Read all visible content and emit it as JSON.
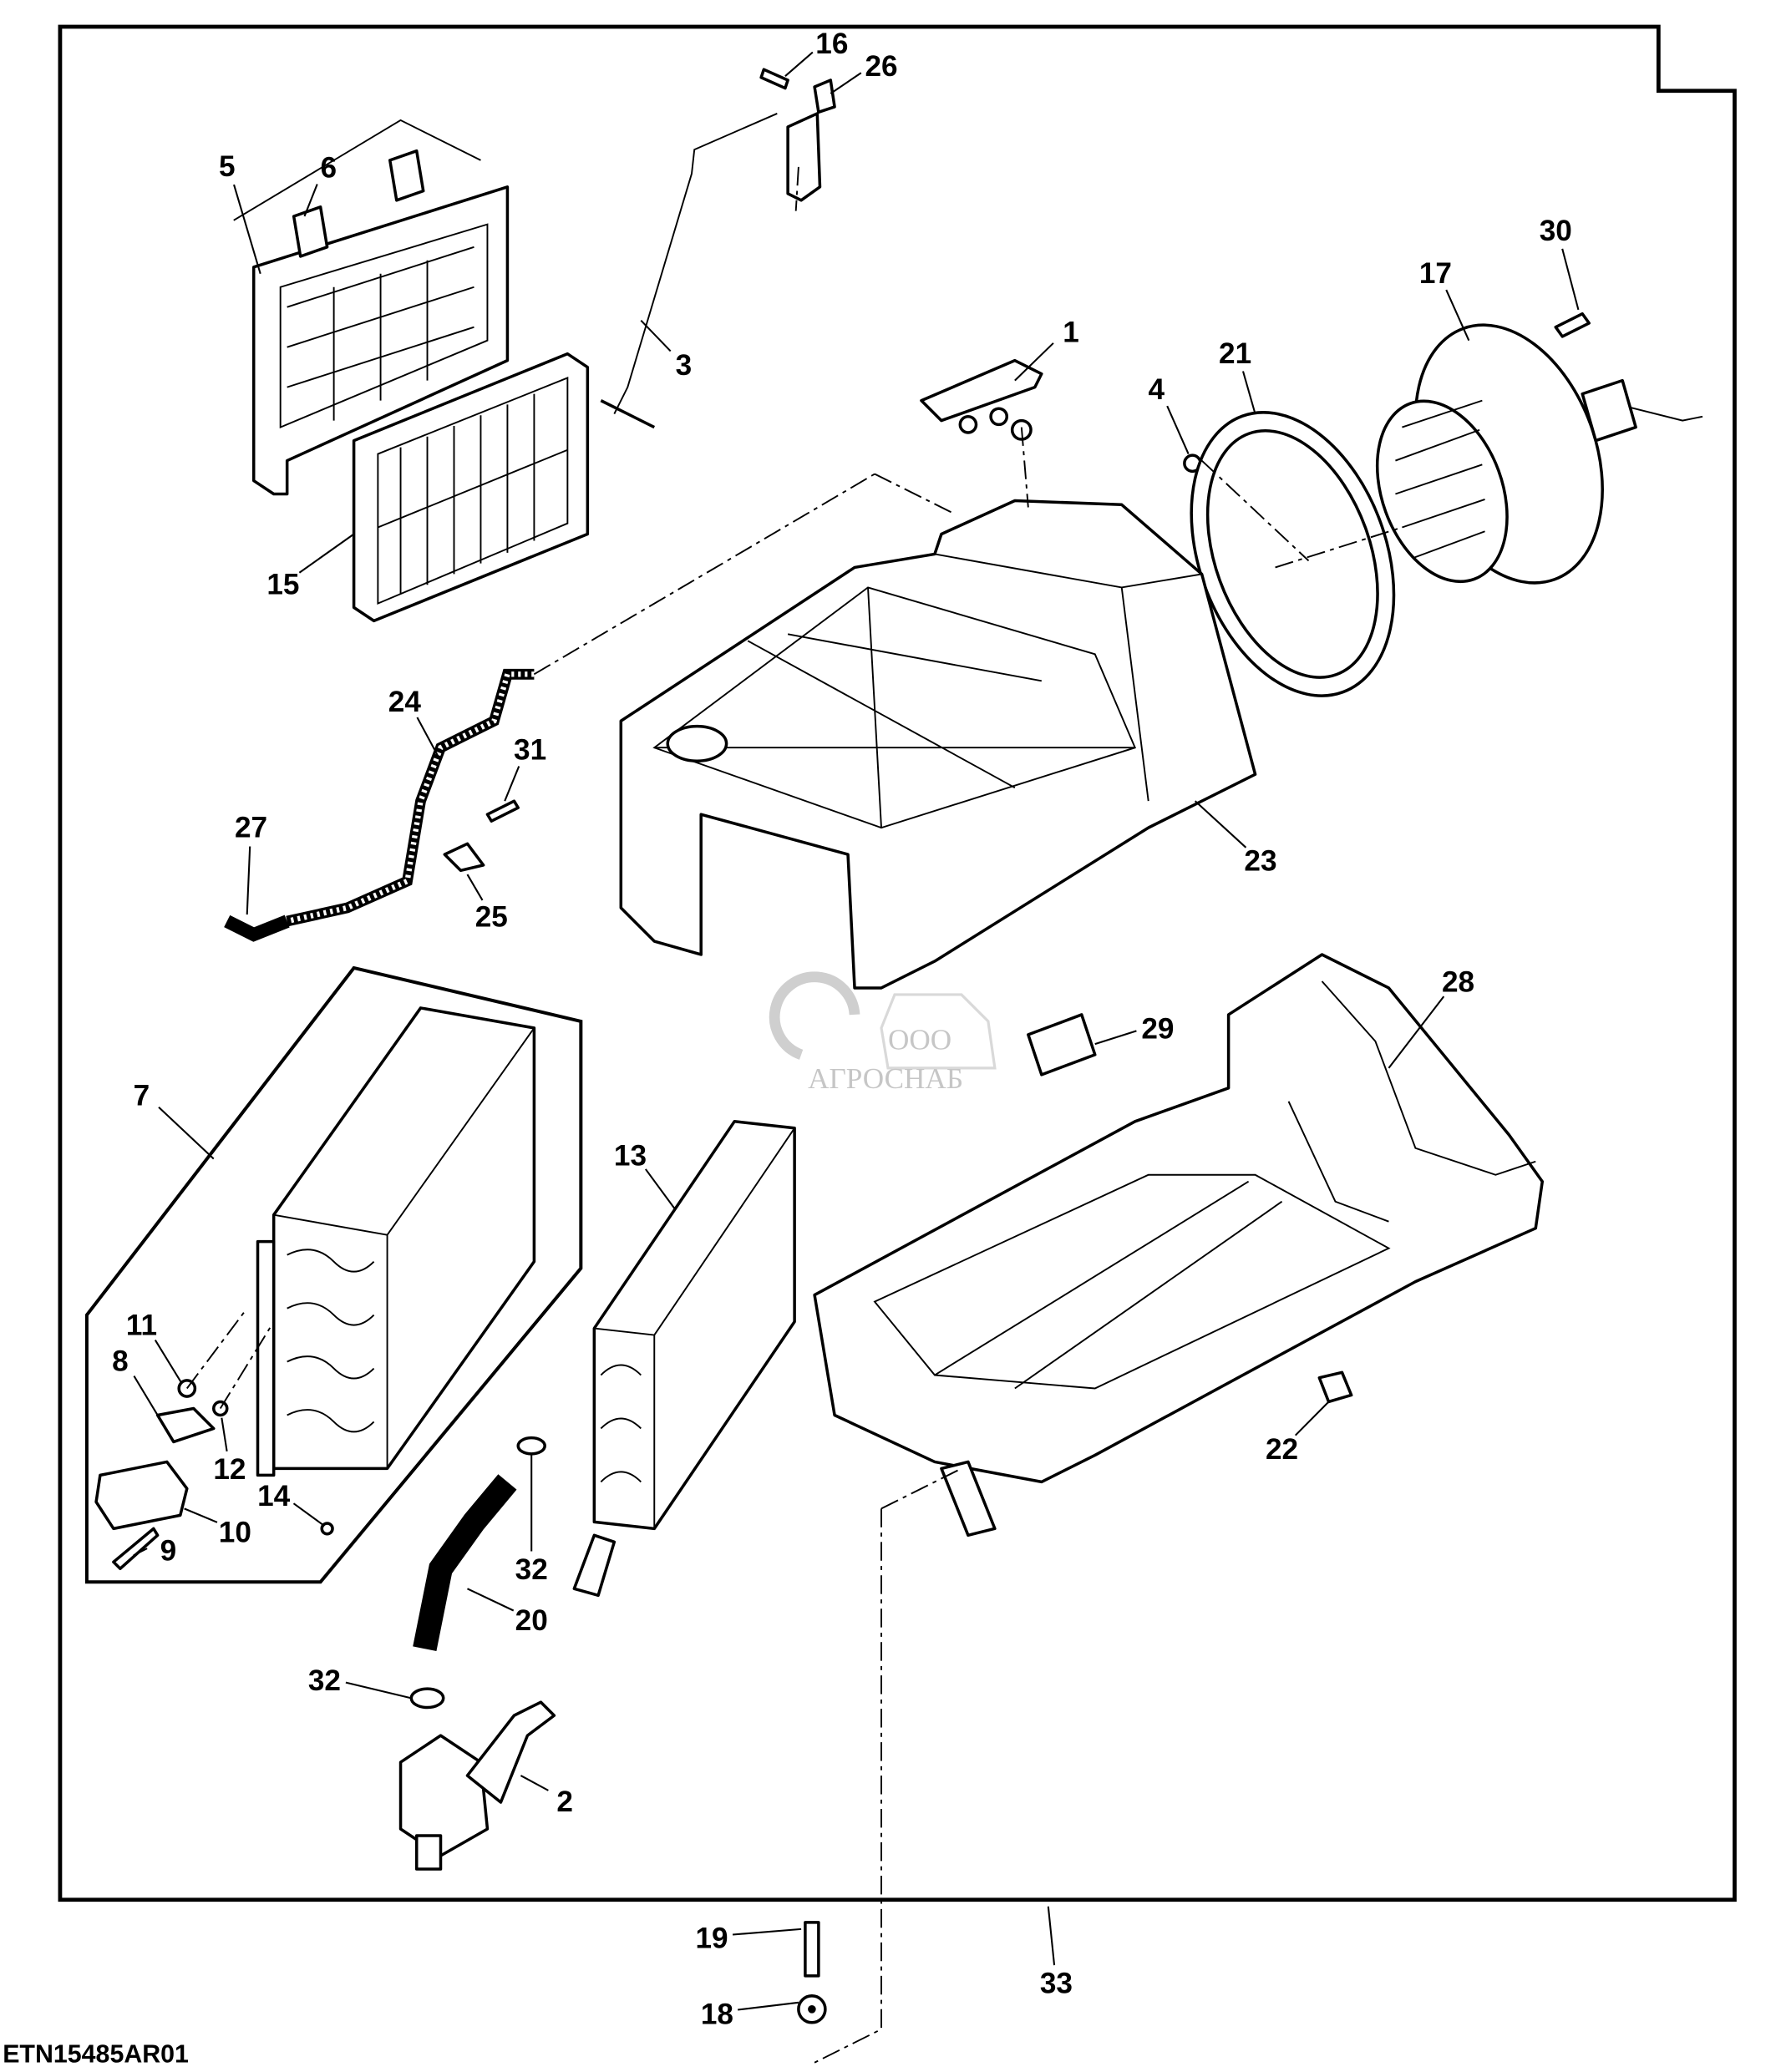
{
  "diagram": {
    "reference_code": "ETN15485AR01",
    "watermark": {
      "small": "ООО",
      "brand": "АГРОСНАБ"
    },
    "callouts": [
      "1",
      "2",
      "3",
      "4",
      "5",
      "6",
      "7",
      "8",
      "9",
      "10",
      "11",
      "12",
      "13",
      "14",
      "15",
      "16",
      "17",
      "18",
      "19",
      "20",
      "21",
      "22",
      "23",
      "24",
      "25",
      "26",
      "27",
      "28",
      "29",
      "30",
      "31",
      "32",
      "32",
      "33"
    ]
  }
}
